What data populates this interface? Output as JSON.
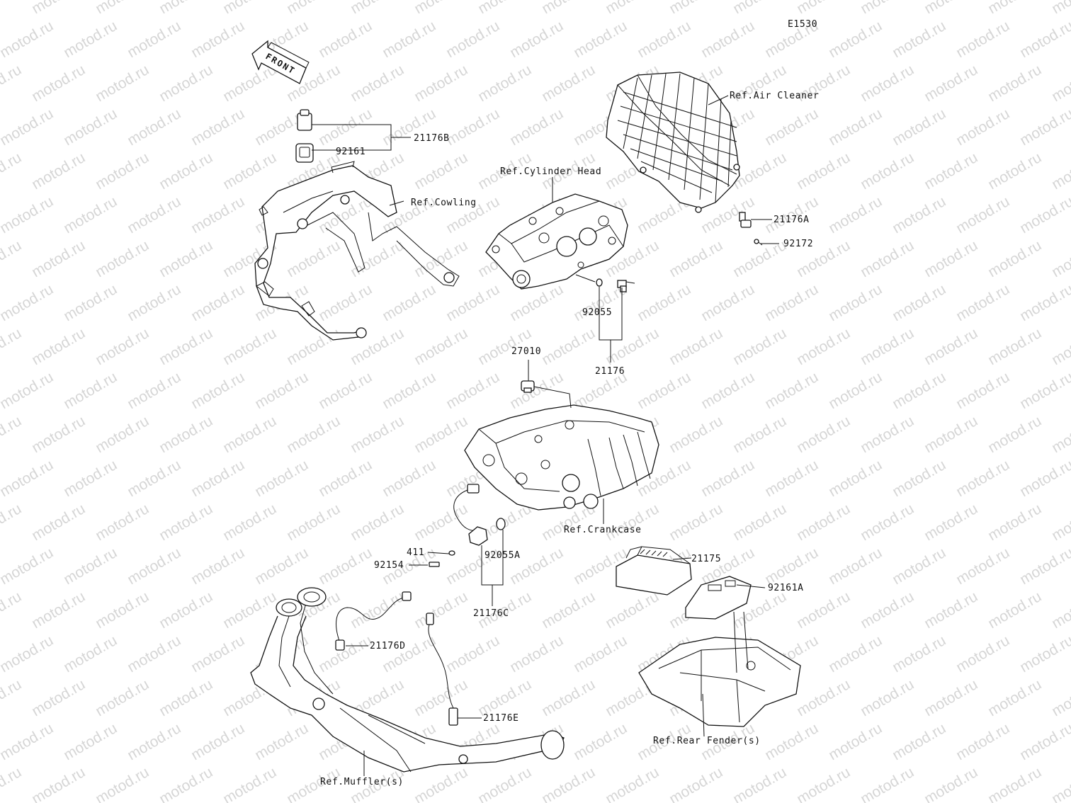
{
  "sheet_code": "E1530",
  "front_label": "FRONT",
  "watermark": "motod.ru",
  "labels": {
    "p21176B": "21176B",
    "p92161": "92161",
    "ref_cowling": "Ref.Cowling",
    "ref_air_cleaner": "Ref.Air Cleaner",
    "ref_cylinder_head": "Ref.Cylinder Head",
    "p21176A": "21176A",
    "p92172": "92172",
    "p92055": "92055",
    "p21176": "21176",
    "p27010": "27010",
    "ref_crankcase": "Ref.Crankcase",
    "p411": "411",
    "p92154": "92154",
    "p92055A": "92055A",
    "p21176C": "21176C",
    "p21175": "21175",
    "p92161A": "92161A",
    "p21176D": "21176D",
    "p21176E": "21176E",
    "ref_rear_fenders": "Ref.Rear Fender(s)",
    "ref_mufflers": "Ref.Muffler(s)"
  }
}
